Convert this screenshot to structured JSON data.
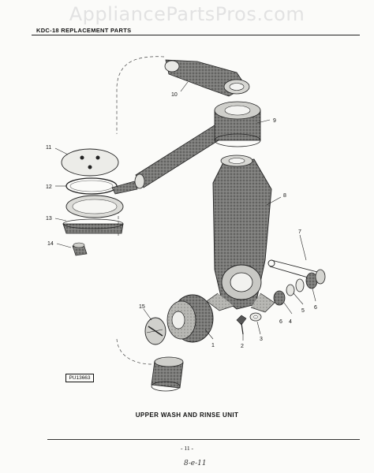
{
  "watermark": "AppliancePartsPros.com",
  "header": "KDC-18 REPLACEMENT PARTS",
  "reference_code": "PU13663",
  "caption": "UPPER WASH AND RINSE UNIT",
  "page_number": "- 11 -",
  "handwritten_note": "8-e-11",
  "callouts": {
    "c1": "1",
    "c2": "2",
    "c3": "3",
    "c4": "4",
    "c5": "5",
    "c6a": "6",
    "c6b": "6",
    "c7": "7",
    "c8": "8",
    "c9": "9",
    "c10": "10",
    "c11": "11",
    "c12": "12",
    "c13": "13",
    "c14": "14",
    "c15": "15"
  }
}
